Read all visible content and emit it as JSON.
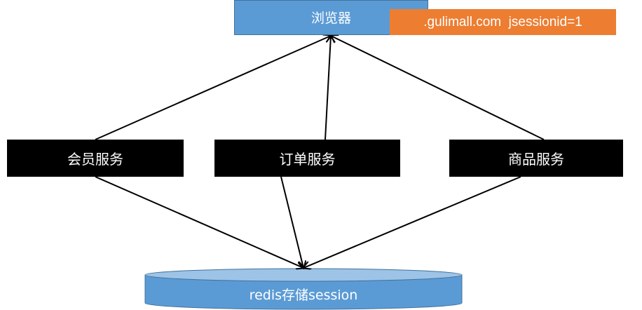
{
  "browser": {
    "label": "浏览器"
  },
  "cookie": {
    "label": ".gulimall.com  jsessionid=1"
  },
  "services": {
    "member": "会员服务",
    "order": "订单服务",
    "goods": "商品服务"
  },
  "storage": {
    "label": "redis存储session"
  },
  "colors": {
    "browser_fill": "#5b9bd5",
    "cookie_fill": "#ed7d31",
    "service_fill": "#000000",
    "storage_fill": "#5b9bd5",
    "arrow": "#000000"
  }
}
